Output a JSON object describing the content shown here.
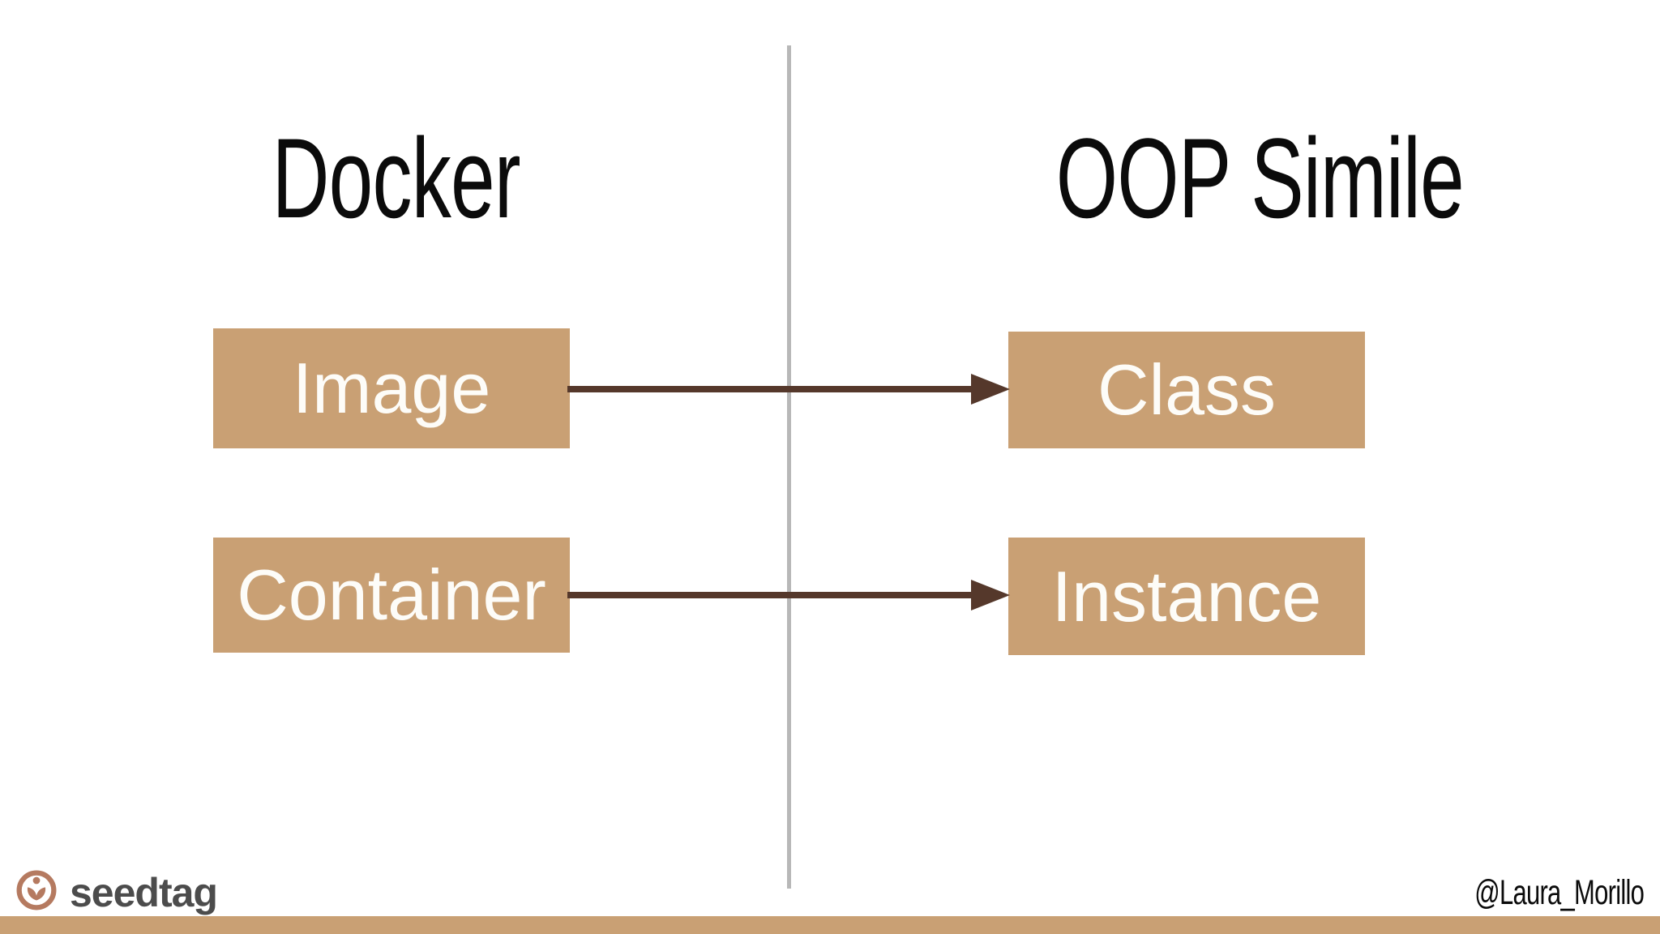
{
  "slide": {
    "left": {
      "title": "Docker",
      "items": [
        "Image",
        "Container"
      ]
    },
    "right": {
      "title": "OOP Simile",
      "items": [
        "Class",
        "Instance"
      ]
    },
    "mappings": [
      {
        "from": "Image",
        "to": "Class"
      },
      {
        "from": "Container",
        "to": "Instance"
      }
    ]
  },
  "footer": {
    "brand": "seedtag",
    "handle": "@Laura_Morillo",
    "logo_icon": "seedtag-seed-icon"
  },
  "colors": {
    "background": "#ffffff",
    "box_tan": "#c9a074",
    "arrow_brown": "#55382b",
    "divider_gray": "#b8b8b8",
    "title_black": "#0b0b0b",
    "box_text": "#fdfcf8",
    "brand_gray": "#4c4c4c",
    "logo_terracotta": "#b57a60",
    "footer_bar": "#c9a074"
  }
}
